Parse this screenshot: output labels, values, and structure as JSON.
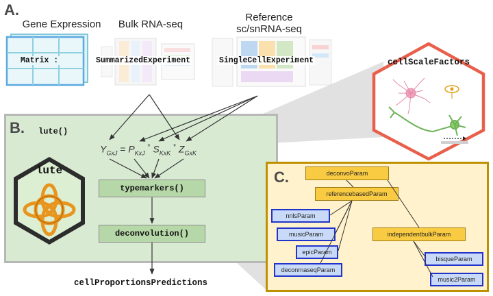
{
  "panel_a": {
    "letter": "A.",
    "gene_expression": {
      "title": "Gene Expression",
      "object": "Matrix :"
    },
    "bulk": {
      "title": "Bulk RNA-seq",
      "object": "SummarizedExperiment"
    },
    "reference": {
      "title_line1": "Reference",
      "title_line2": "sc/snRNA-seq",
      "object": "SingleCellExperiment"
    },
    "scale_factors": {
      "object": "cellScaleFactors"
    }
  },
  "panel_b": {
    "letter": "B.",
    "function_name": "lute()",
    "equation": {
      "y": "Y",
      "y_sub": "GxJ",
      "eq": "=",
      "p": "P",
      "p_sub": "KxJ",
      "star1": "*",
      "s": "S",
      "s_sub": "KxK",
      "star2": "*",
      "z": "Z",
      "z_sub": "GxK"
    },
    "typemarkers": "typemarkers()",
    "deconvolution": "deconvolution()",
    "output": "cellProportionsPredictions",
    "logo_text": "lute"
  },
  "panel_c": {
    "letter": "C.",
    "deconvoParam": "deconvoParam",
    "referencebasedParam": "referencebasedParam",
    "independentbulkParam": "independentbulkParam",
    "nnlsParam": "nnlsParam",
    "musicParam": "musicParam",
    "epicParam": "epicParam",
    "deconrnaseqParam": "deconrnaseqParam",
    "bisqueParam": "bisqueParam",
    "music2Param": "music2Param"
  },
  "colors": {
    "panel_b_bg": "#d9ead3",
    "panel_c_bg": "#fff2cc",
    "gold": "#f9cb42",
    "blue_border": "#2233cc",
    "hex_border": "#e8604c"
  }
}
